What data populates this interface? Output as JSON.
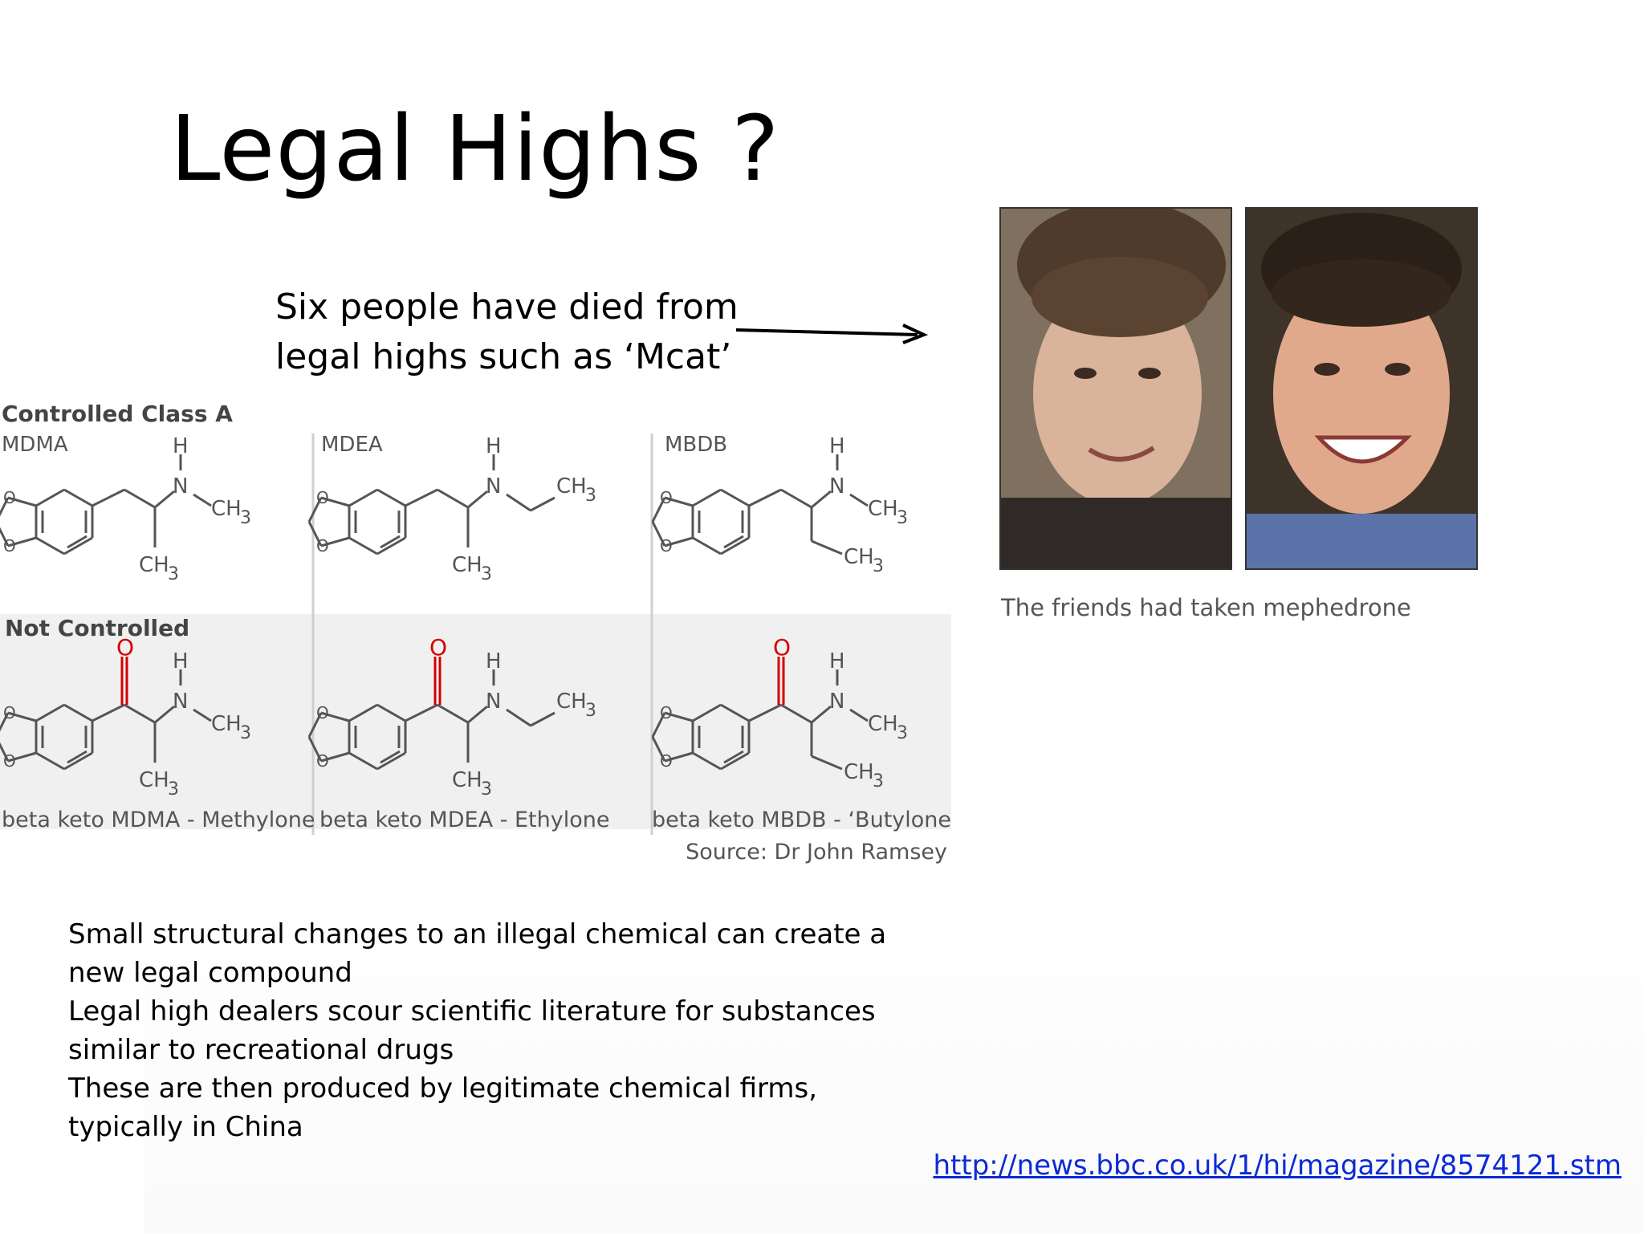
{
  "slide": {
    "title": "Legal Highs ?",
    "callout": {
      "line1": "Six people have died from",
      "line2": "legal highs such as ‘Mcat’"
    },
    "figure": {
      "controlled_heading": "Controlled Class A",
      "not_controlled_heading": "Not Controlled",
      "controlled_names": [
        "MDMA",
        "MDEA",
        "MBDB"
      ],
      "not_controlled_names": [
        "beta keto MDMA - Methylone",
        "beta keto MDEA - Ethylone",
        "beta keto MBDB - ‘Butylone’"
      ],
      "source": "Source: Dr John Ramsey",
      "atoms": {
        "h": "H",
        "n": "N",
        "o": "O",
        "ch3": "CH",
        "sub3": "3"
      }
    },
    "photo_caption": "The friends had taken mephedrone",
    "bullets": [
      "Small structural changes to an illegal chemical can create a new legal compound",
      "Legal high dealers scour scientific literature for substances similar to recreational drugs",
      "These are then produced by legitimate chemical firms, typically in China"
    ],
    "link": "http://news.bbc.co.uk/1/hi/magazine/8574121.stm",
    "colors": {
      "ketone_oxygen": "#d40000",
      "link": "#0b2ad6",
      "panel_bg": "#f0f0f0"
    }
  }
}
